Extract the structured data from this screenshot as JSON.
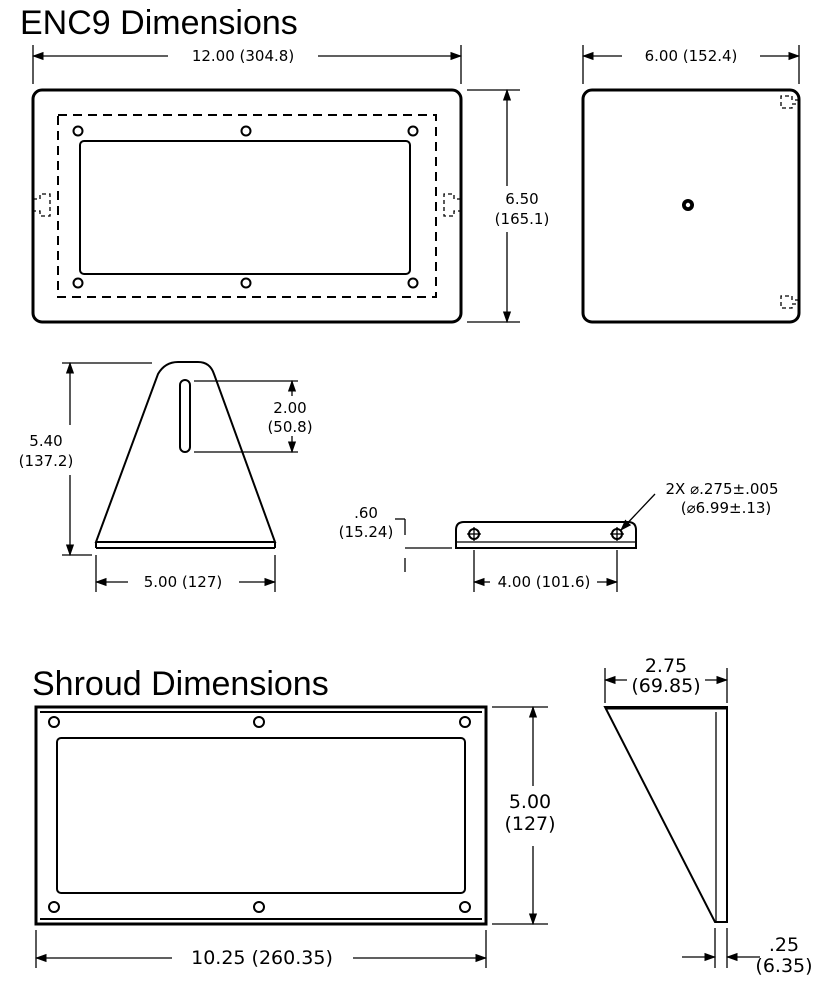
{
  "titles": {
    "enc9": "ENC9 Dimensions",
    "shroud": "Shroud Dimensions"
  },
  "enc9": {
    "width": "12.00 (304.8)",
    "depth": "6.00 (152.4)",
    "height_in": "6.50",
    "height_mm": "(165.1)"
  },
  "bracket": {
    "height_in": "5.40",
    "height_mm": "(137.2)",
    "slot_in": "2.00",
    "slot_mm": "(50.8)",
    "base": "5.00 (127)",
    "flange_in": ".60",
    "flange_mm": "(15.24)",
    "hole_spacing": "4.00 (101.6)",
    "hole_spec": "2X ⌀.275±.005",
    "hole_spec_mm": "(⌀6.99±.13)"
  },
  "shroud": {
    "height_in": "5.00",
    "height_mm": "(127)",
    "width": "10.25 (260.35)",
    "depth_in": "2.75",
    "depth_mm": "(69.85)",
    "thickness_in": ".25",
    "thickness_mm": "(6.35)"
  }
}
